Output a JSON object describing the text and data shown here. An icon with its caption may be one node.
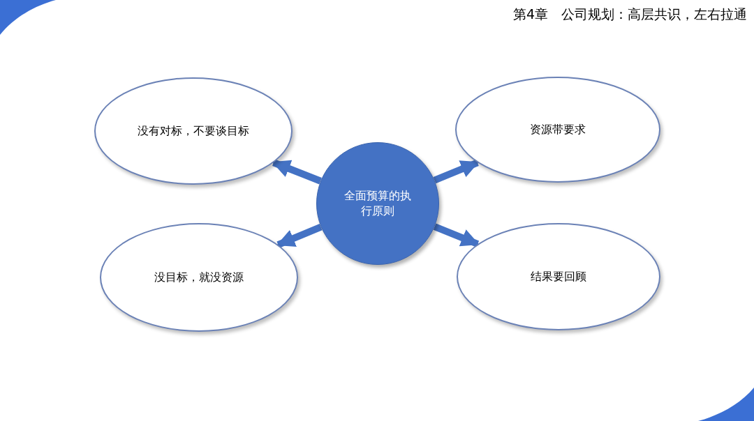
{
  "diagram": {
    "title": "第4章　公司规划：高层共识，左右拉通",
    "nodes": [
      {
        "text": [
          "全面预算的执行原则"
        ]
      },
      {
        "text": [
          "没有对标，不要谈目标"
        ]
      },
      {
        "text": [
          "资源带要求"
        ]
      },
      {
        "text": [
          "没目标，就没资源"
        ]
      },
      {
        "text": [
          "结果要回顾"
        ]
      }
    ],
    "edges": [
      {
        "from": 0,
        "to": 1,
        "arrow": "to"
      },
      {
        "from": 0,
        "to": 2,
        "arrow": "to"
      },
      {
        "from": 0,
        "to": 3,
        "arrow": "to"
      },
      {
        "from": 0,
        "to": 4,
        "arrow": "to"
      }
    ]
  }
}
